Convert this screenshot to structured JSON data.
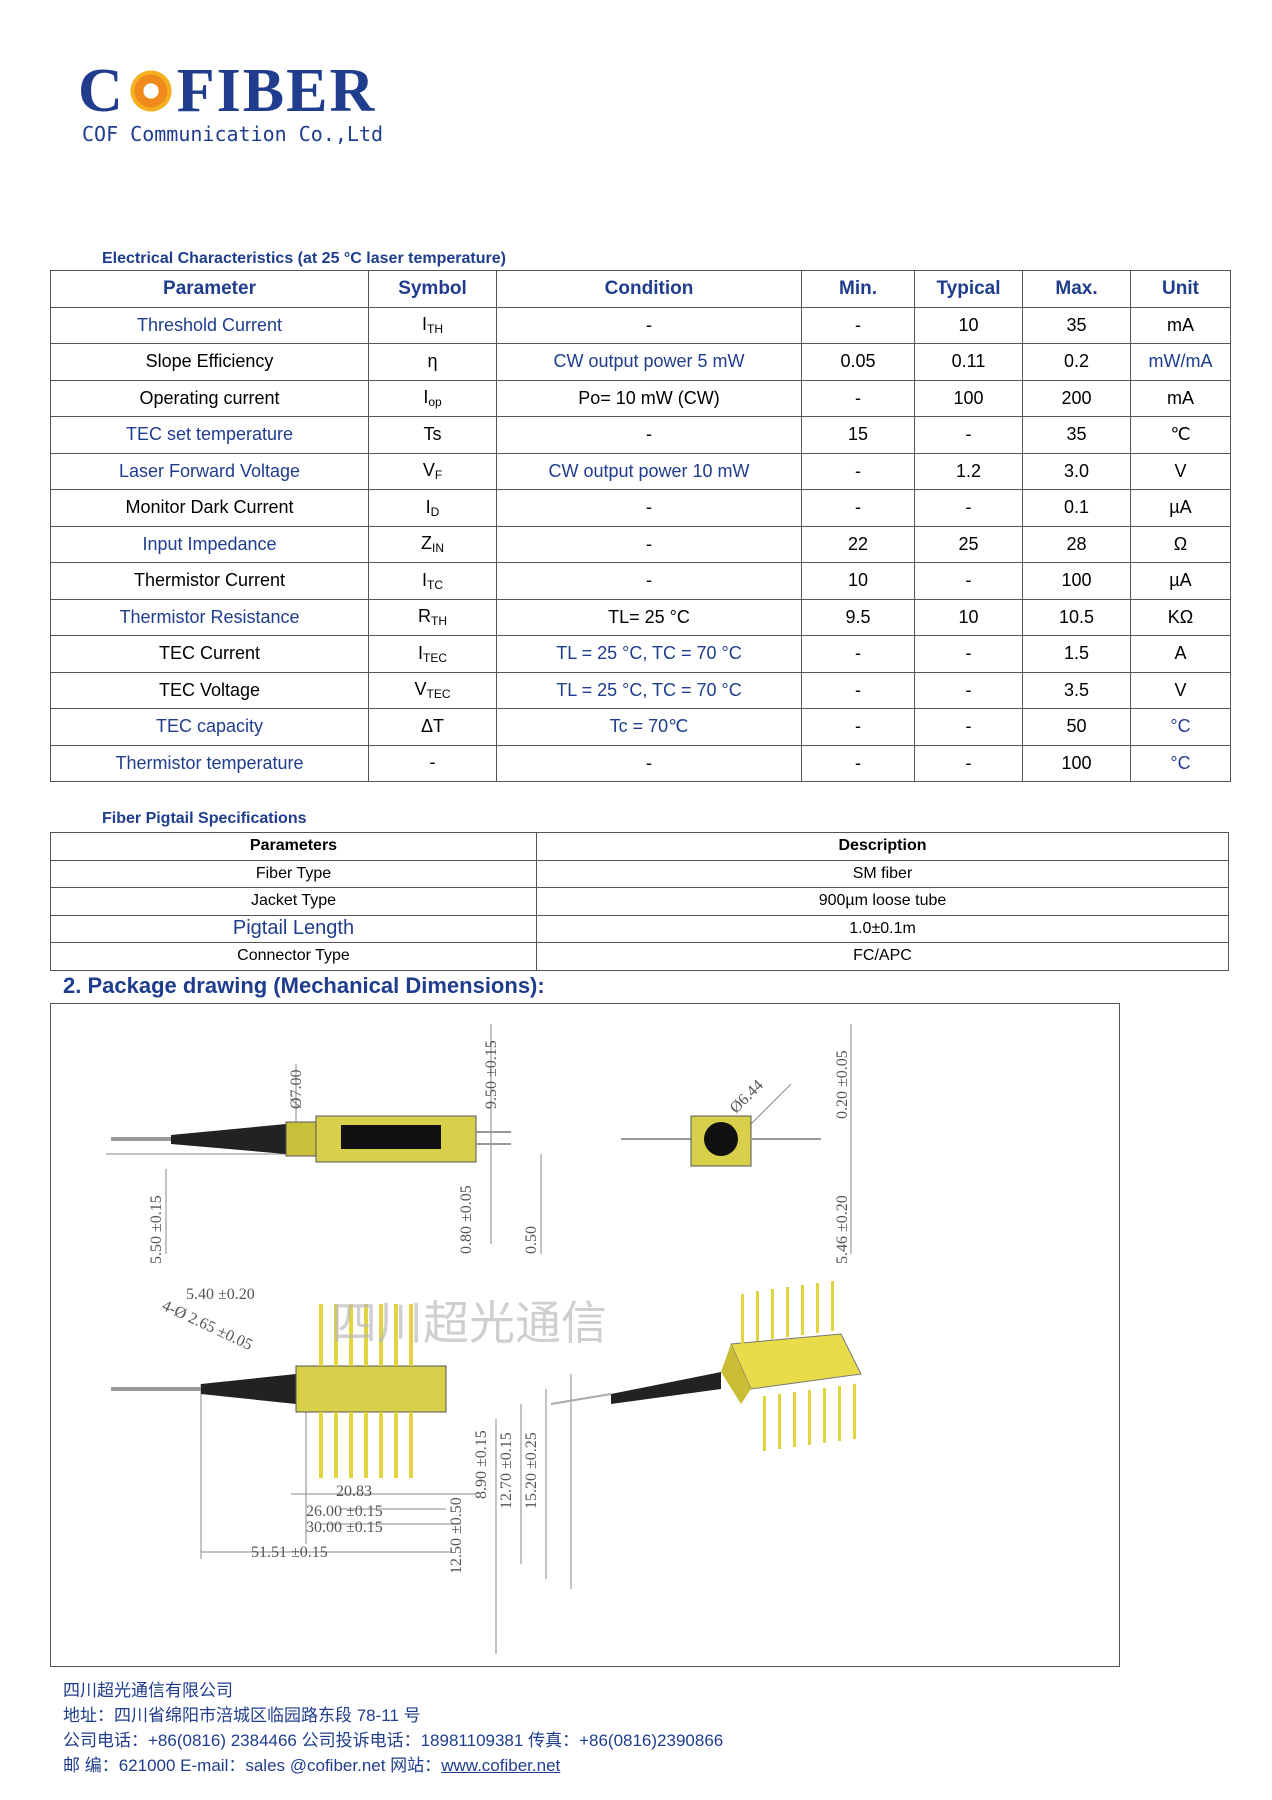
{
  "logo": {
    "brand": "COFIBER",
    "subtitle": "COF Communication Co.,Ltd"
  },
  "electrical": {
    "title": "Electrical Characteristics (at 25 °C laser temperature)",
    "headers": [
      "Parameter",
      "Symbol",
      "Condition",
      "Min.",
      "Typical",
      "Max.",
      "Unit"
    ],
    "rows": [
      {
        "param": "Threshold Current",
        "sym": "I",
        "sub": "TH",
        "cond": "-",
        "min": "-",
        "typ": "10",
        "max": "35",
        "unit": "mA",
        "blue": true
      },
      {
        "param": "Slope Efficiency",
        "sym": "η",
        "sub": "",
        "cond": "CW output power 5 mW",
        "min": "0.05",
        "typ": "0.11",
        "max": "0.2",
        "unit": "mW/mA",
        "blue": false,
        "condBlue": true,
        "unitBlue": true
      },
      {
        "param": "Operating current",
        "sym": "I",
        "sub": "op",
        "cond": "Po= 10 mW (CW)",
        "min": "-",
        "typ": "100",
        "max": "200",
        "unit": "mA",
        "blue": false
      },
      {
        "param": "TEC set temperature",
        "sym": "Ts",
        "sub": "",
        "cond": "-",
        "min": "15",
        "typ": "-",
        "max": "35",
        "unit": "℃",
        "blue": true
      },
      {
        "param": "Laser Forward Voltage",
        "sym": "V",
        "sub": "F",
        "cond": "CW output power 10 mW",
        "min": "-",
        "typ": "1.2",
        "max": "3.0",
        "unit": "V",
        "blue": true,
        "condBlue": true
      },
      {
        "param": "Monitor Dark Current",
        "sym": "I",
        "sub": "D",
        "cond": "-",
        "min": "-",
        "typ": "-",
        "max": "0.1",
        "unit": "µA",
        "blue": false
      },
      {
        "param": "Input Impedance",
        "sym": "Z",
        "sub": "IN",
        "cond": "-",
        "min": "22",
        "typ": "25",
        "max": "28",
        "unit": "Ω",
        "blue": true
      },
      {
        "param": "Thermistor Current",
        "sym": "I",
        "sub": "TC",
        "cond": "-",
        "min": "10",
        "typ": "-",
        "max": "100",
        "unit": "µA",
        "blue": false
      },
      {
        "param": "Thermistor Resistance",
        "sym": "R",
        "sub": "TH",
        "cond": "TL= 25 °C",
        "min": "9.5",
        "typ": "10",
        "max": "10.5",
        "unit": "KΩ",
        "blue": true
      },
      {
        "param": "TEC Current",
        "sym": "I",
        "sub": "TEC",
        "cond": "TL = 25 °C, TC = 70 °C",
        "min": "-",
        "typ": "-",
        "max": "1.5",
        "unit": "A",
        "blue": false,
        "condBlue": true
      },
      {
        "param": "TEC Voltage",
        "sym": "V",
        "sub": "TEC",
        "cond": "TL = 25 °C, TC = 70 °C",
        "min": "-",
        "typ": "-",
        "max": "3.5",
        "unit": "V",
        "blue": false,
        "condBlue": true
      },
      {
        "param": "TEC capacity",
        "sym": "ΔT",
        "sub": "",
        "cond": "Tc = 70℃",
        "min": "-",
        "typ": "-",
        "max": "50",
        "unit": "°C",
        "blue": true,
        "condBlue": true,
        "unitBlue": true
      },
      {
        "param": "Thermistor temperature",
        "sym": "-",
        "sub": "",
        "cond": "-",
        "min": "-",
        "typ": "-",
        "max": "100",
        "unit": "°C",
        "blue": true,
        "unitBlue": true
      }
    ]
  },
  "fiber": {
    "title": "Fiber Pigtail Specifications",
    "headers": [
      "Parameters",
      "Description"
    ],
    "rows": [
      [
        "Fiber Type",
        "SM fiber"
      ],
      [
        "Jacket Type",
        "900µm loose tube"
      ],
      [
        "Pigtail Length",
        "1.0±0.1m"
      ],
      [
        "Connector Type",
        "FC/APC"
      ]
    ]
  },
  "package": {
    "title": "2.  Package drawing (Mechanical Dimensions):",
    "watermark": "四川超光通信",
    "dims": [
      "Ø7.00",
      "9.50 ±0.15",
      "5.50 ±0.15",
      "0.80 ±0.05",
      "0.50",
      "Ø6.44",
      "0.20 ±0.05",
      "5.46 ±0.20",
      "5.40 ±0.20",
      "4-Ø 2.65 ±0.05",
      "20.83",
      "26.00 ±0.15",
      "30.00 ±0.15",
      "51.51 ±0.15",
      "12.50 ±0.50",
      "8.90 ±0.15",
      "12.70 ±0.15",
      "15.20 ±0.25"
    ]
  },
  "footer": {
    "company": "四川超光通信有限公司",
    "address": "地址：四川省绵阳市涪城区临园路东段 78-11 号",
    "phone": "公司电话：+86(0816) 2384466   公司投诉电话：18981109381 传真：+86(0816)2390866",
    "postal_email": "邮  编：621000  E-mail：sales @cofiber.net      网站：",
    "website": "www.cofiber.net"
  }
}
